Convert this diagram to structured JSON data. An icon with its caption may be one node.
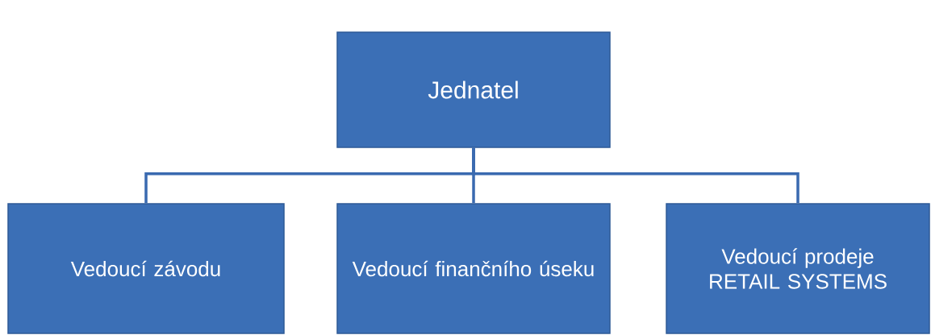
{
  "diagram": {
    "nodes": [
      {
        "text": [
          "Jednatel"
        ]
      },
      {
        "text": [
          "Vedoucí závodu"
        ]
      },
      {
        "text": [
          "Vedoucí finančního úseku"
        ]
      },
      {
        "text": [
          "Vedoucí prodeje RETAIL SYSTEMS"
        ]
      }
    ],
    "edges": [
      {
        "from": 0,
        "to": 1,
        "arrow": "none"
      },
      {
        "from": 0,
        "to": 2,
        "arrow": "none"
      },
      {
        "from": 0,
        "to": 3,
        "arrow": "none"
      }
    ]
  }
}
